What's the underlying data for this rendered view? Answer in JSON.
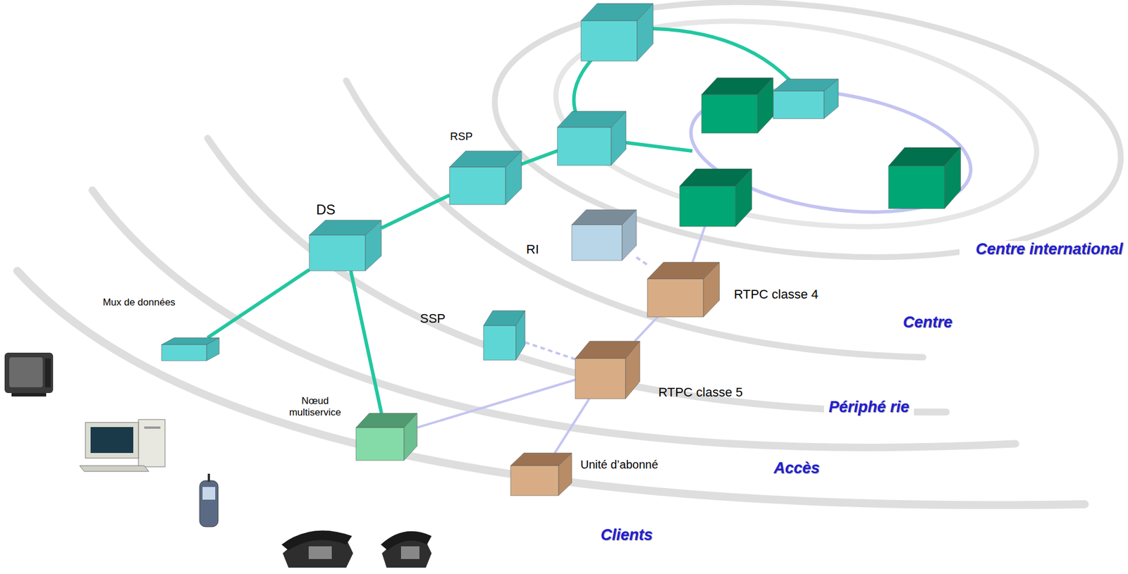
{
  "diagram": {
    "nodes": [
      {
        "text": [
          "RSP"
        ]
      },
      {
        "text": [
          "DS"
        ]
      },
      {
        "text": [
          "Mux de données"
        ]
      },
      {
        "text": [
          "RI"
        ]
      },
      {
        "text": [
          "SSP"
        ]
      },
      {
        "text": [
          "RTPC classe 4"
        ]
      },
      {
        "text": [
          "RTPC classe 5"
        ]
      },
      {
        "text": [
          "Nœud multiservice"
        ]
      },
      {
        "text": [
          "Unité d’abonné"
        ]
      }
    ],
    "edges": [
      {
        "from": 1,
        "to": 0,
        "arrow": "none"
      },
      {
        "from": 2,
        "to": 1,
        "arrow": "none"
      },
      {
        "from": 1,
        "to": 7,
        "arrow": "none"
      },
      {
        "from": 7,
        "to": 6,
        "arrow": "none"
      },
      {
        "from": 6,
        "to": 8,
        "arrow": "none"
      },
      {
        "from": 6,
        "to": 5,
        "arrow": "none"
      },
      {
        "from": 4,
        "to": 6,
        "arrow": "none"
      },
      {
        "from": 3,
        "to": 5,
        "arrow": "none"
      }
    ],
    "labels": [
      "Centre international",
      "Centre",
      "Périphé rie",
      "Accès",
      "Clients"
    ]
  }
}
